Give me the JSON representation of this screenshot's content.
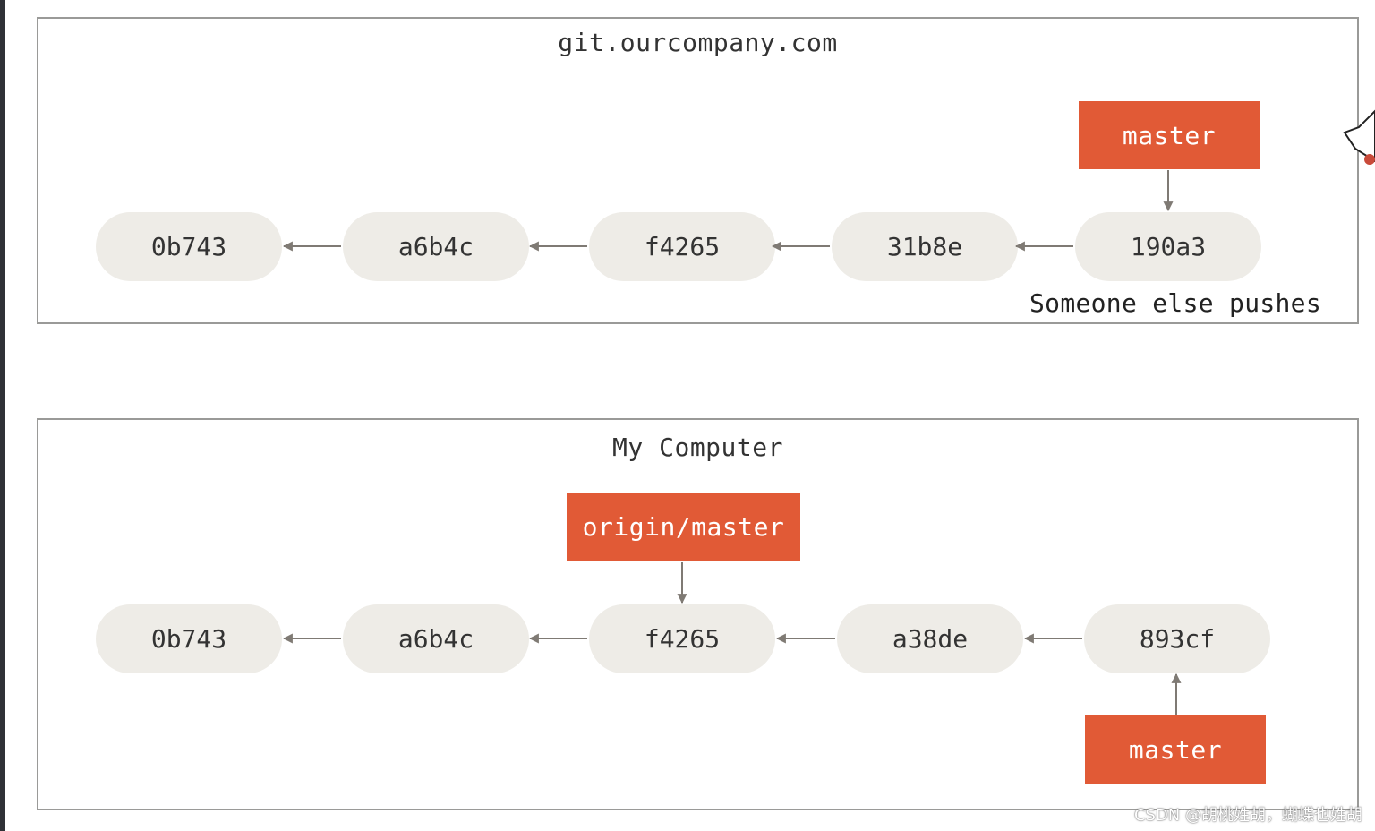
{
  "server": {
    "title": "git.ourcompany.com",
    "commits": [
      "0b743",
      "a6b4c",
      "f4265",
      "31b8e",
      "190a3"
    ],
    "branch": "master",
    "note": "Someone else pushes"
  },
  "local": {
    "title": "My Computer",
    "commits": [
      "0b743",
      "a6b4c",
      "f4265",
      "a38de",
      "893cf"
    ],
    "remote_branch": "origin/master",
    "branch": "master"
  },
  "watermark": "CSDN @胡桃姓胡，蝴蝶也姓胡",
  "colors": {
    "branch_fill": "#e15a36",
    "commit_fill": "#eeece7",
    "arrow": "#7f7a74",
    "border": "#9a9a98"
  }
}
